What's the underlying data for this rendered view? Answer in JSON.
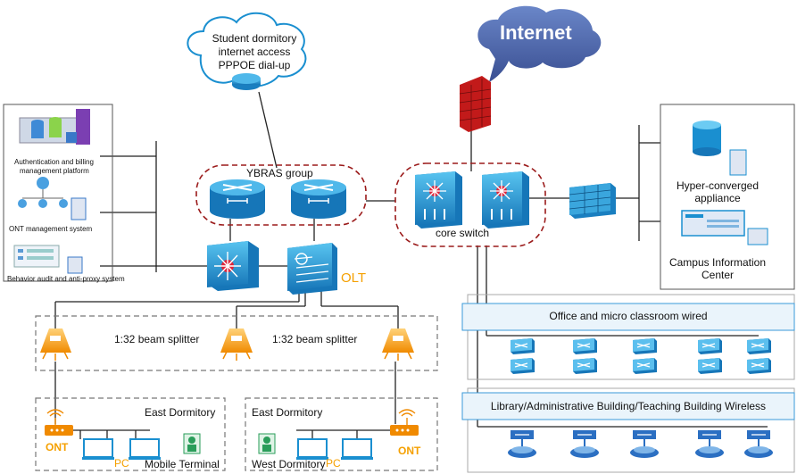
{
  "cloud": {
    "line1": "Student dormitory",
    "line2": "internet access",
    "line3": "PPPOE dial-up"
  },
  "internet": "Internet",
  "ybras_group": "YBRAS group",
  "core_switch": "core switch",
  "olt": "OLT",
  "left_panel": {
    "auth": "Authentication and billing",
    "auth2": "management platform",
    "ont_mgmt": "ONT management system",
    "audit": "Behavior audit and anti-proxy system"
  },
  "right_panel": {
    "hyper1": "Hyper-converged",
    "hyper2": "appliance",
    "campus1": "Campus Information",
    "campus2": "Center"
  },
  "splitters": [
    "1:32 beam splitter",
    "1:32 beam splitter"
  ],
  "dorms": {
    "east1": "East Dormitory",
    "east2": "East Dormitory",
    "ont": "ONT",
    "pc": "PC",
    "mobile": "Mobile Terminal",
    "west": "West Dormitory"
  },
  "office_banner": "Office and micro classroom wired",
  "library_banner": "Library/Administrative Building/Teaching Building Wireless",
  "colors": {
    "device_blue": "#1a8fd0",
    "router_teal": "#2aa7d6",
    "dashed_red": "#9b1b1b",
    "orange": "#f5a000"
  }
}
